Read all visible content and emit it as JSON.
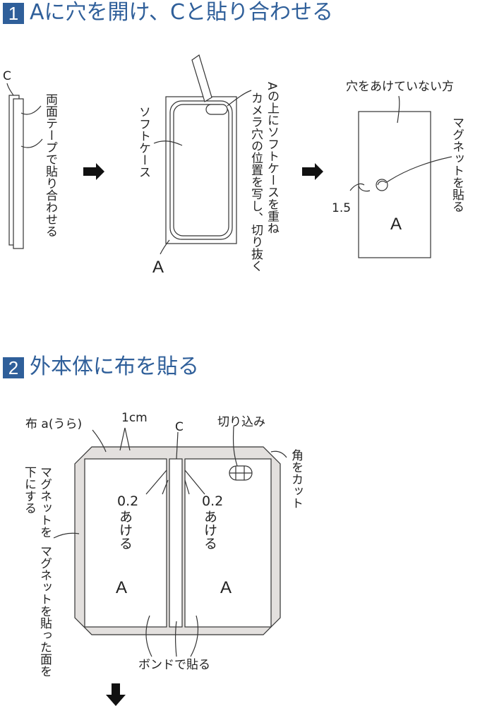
{
  "step1": {
    "number": "1",
    "title": "Aに穴を開け、Cと貼り合わせる",
    "label_c": "C",
    "label_tape": "両面テープで貼り合わせる",
    "label_softcase": "ソフトケース",
    "label_a_mid": "A",
    "label_trace": "Aの上にソフトケースを重ね",
    "label_trace2": "カメラ穴の位置を写し、切り抜く",
    "label_noholes": "穴をあけていない方",
    "label_magnet": "マグネットを貼る",
    "label_1_5": "1.5",
    "label_a_right": "A"
  },
  "step2": {
    "number": "2",
    "title": "外本体に布を貼る",
    "label_fabric": "布 a(うら)",
    "label_1cm": "1cm",
    "label_c": "C",
    "label_cut": "切り込み",
    "label_corner": "角をカット",
    "label_magnet_down1": "マグネットを",
    "label_magnet_down2": "下にする",
    "label_magnet_face": "マグネットを貼った面を",
    "label_gap_left_num": "0.2",
    "label_gap_left_txt": "あける",
    "label_gap_right_num": "0.2",
    "label_gap_right_txt": "あける",
    "label_a_left": "A",
    "label_a_right": "A",
    "label_bond": "ボンドで貼る"
  },
  "icons": [
    "arrow-right-icon",
    "arrow-right-icon",
    "arrow-down-icon"
  ]
}
